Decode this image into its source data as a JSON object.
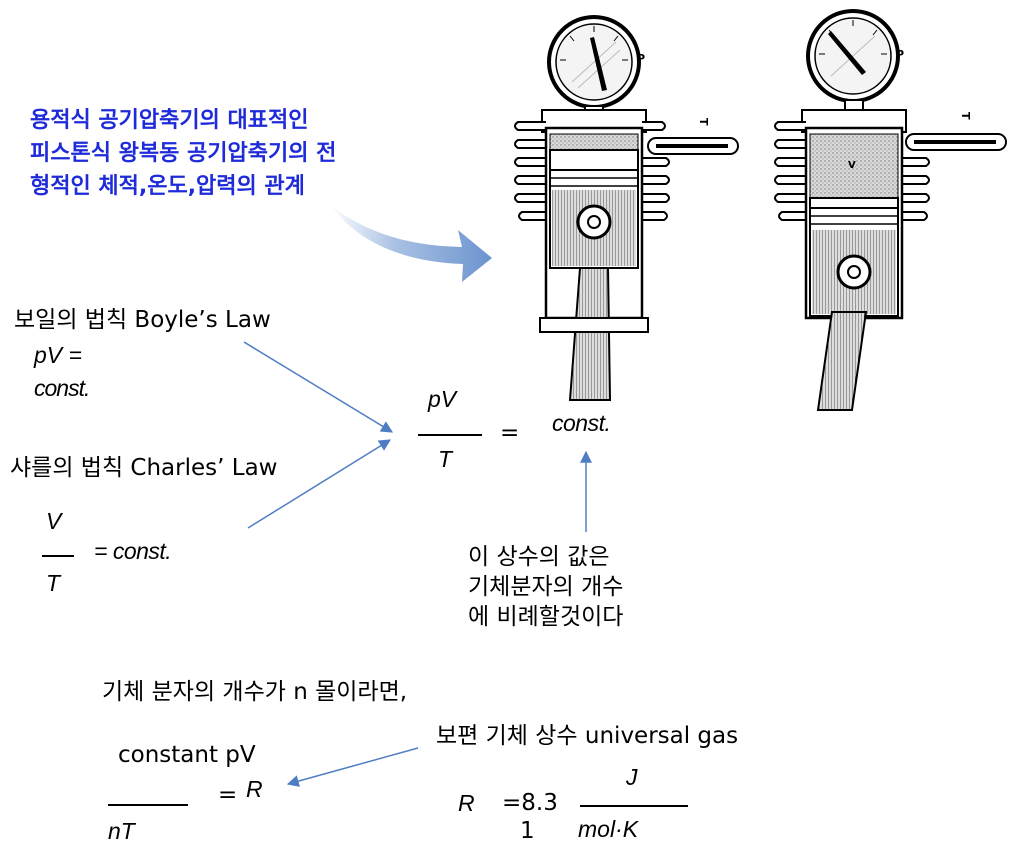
{
  "intro": {
    "lines": [
      "용적식 공기압축기의 대표적인",
      "피스톤식 왕복동 공기압축기의 전",
      "형적인 체적,온도,압력의 관계"
    ]
  },
  "figure": {
    "left": {
      "gauge_label": "P1",
      "thermo_label": "T1"
    },
    "right": {
      "gauge_label": "P1",
      "thermo_label": "T1",
      "volume_label": "V1"
    }
  },
  "boyle": {
    "title": "보일의 법칙 Boyle’s Law",
    "eq_line1": "pV =",
    "eq_line2": "const."
  },
  "charles": {
    "title": "샤를의 법칙 Charles’  Law",
    "num": "V",
    "den": "T",
    "rhs": "= const."
  },
  "combined": {
    "num": "pV",
    "den": "T",
    "eq": "=",
    "rhs": "const."
  },
  "note": {
    "lines": [
      "이 상수의 값은",
      "기체분자의 개수",
      "에 비례할것이다"
    ]
  },
  "mole_text": "기체 분자의 개수가 n 몰이라면,",
  "gas_const": {
    "label": "보편 기체 상수 universal gas",
    "num": "constant pV",
    "den": "nT",
    "eq": "=",
    "rhs": "R",
    "r_label": "R",
    "r_value": "=8.3",
    "r_sub": "1",
    "unit_num": "J",
    "unit_den": "mol·K"
  }
}
